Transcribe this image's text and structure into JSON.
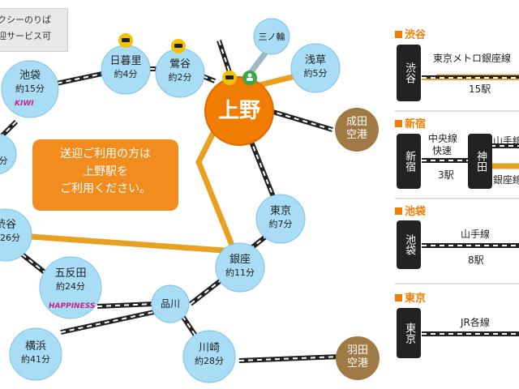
{
  "legend": {
    "line1": "クシーのりば",
    "line2": "迎サービス可"
  },
  "info": {
    "line1": "送迎ご利用の方は",
    "line2": "上野駅を",
    "line3": "ご利用ください。"
  },
  "stations": {
    "ueno": "上野",
    "minowa": "三ノ輪",
    "asakusa": {
      "name": "浅草",
      "time": "約5分"
    },
    "uguisudani": {
      "name": "鶯谷",
      "time": "約2分"
    },
    "nippori": {
      "name": "日暮里",
      "time": "約4分"
    },
    "ikebukuro": {
      "name": "池袋",
      "time": "約15分"
    },
    "shibuya": {
      "name": "渋谷",
      "time": "約26分"
    },
    "gotanda": {
      "name": "五反田",
      "time": "約24分"
    },
    "yokohama": {
      "name": "横浜",
      "time": "約41分"
    },
    "kawasaki": {
      "name": "川崎",
      "time": "約28分"
    },
    "shinagawa": "品川",
    "ginza": {
      "name": "銀座",
      "time": "約11分"
    },
    "tokyo": {
      "name": "東京",
      "time": "約7分"
    },
    "narita": {
      "line1": "成田",
      "line2": "空港"
    },
    "haneda": {
      "line1": "羽田",
      "line2": "空港"
    },
    "partial_left_time": "分"
  },
  "logos": {
    "ikebukuro": "KIWI",
    "gotanda": "HAPPINESS"
  },
  "icons": [
    "taxi-icon",
    "pickup-service-icon"
  ],
  "colors": {
    "accent": "#f07d00",
    "station_fill": "#a9dcf5",
    "ueno_fill": "#f07d00",
    "airport_fill": "#a07a45",
    "gold_line": "#e8a020"
  },
  "routes": [
    {
      "title": "渋谷",
      "from": "渋谷",
      "line": "東京メトロ銀座線",
      "stops": "15駅"
    },
    {
      "title": "新宿",
      "from": "新宿",
      "line": "中央線",
      "line_sub": "快速",
      "stops": "3駅",
      "via": "神田",
      "line2": "山手線",
      "line3": "銀座線"
    },
    {
      "title": "池袋",
      "from": "池袋",
      "line": "山手線",
      "stops": "8駅"
    },
    {
      "title": "東京",
      "from": "東京",
      "line": "JR各線"
    }
  ]
}
